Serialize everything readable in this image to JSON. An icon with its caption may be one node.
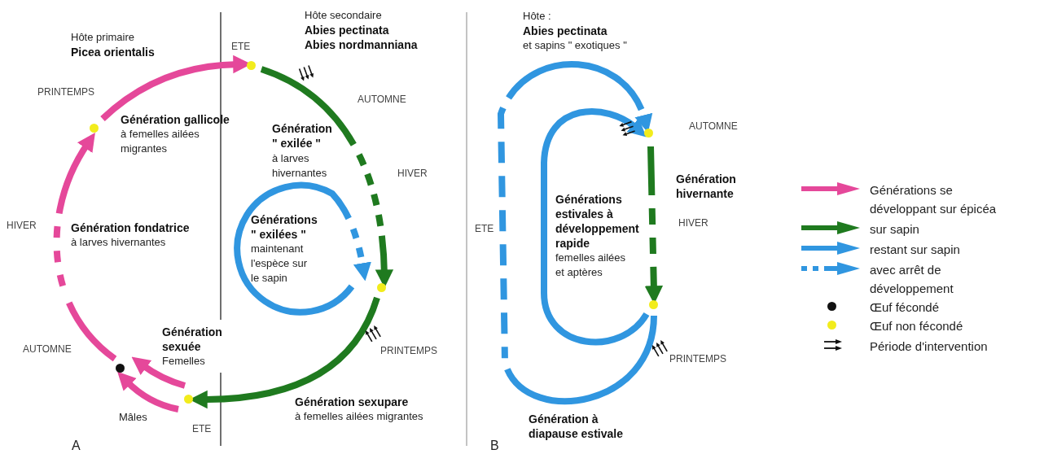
{
  "diagram": {
    "nodes": [
      {
        "text": [],
        "shape": "circle"
      },
      {
        "text": [],
        "shape": "circle"
      },
      {
        "text": [],
        "shape": "circle"
      },
      {
        "text": [],
        "shape": "circle"
      },
      {
        "text": [],
        "shape": "circle"
      },
      {
        "text": [],
        "shape": "circle"
      },
      {
        "text": [],
        "shape": "circle"
      }
    ],
    "edges": [
      {
        "from": 1,
        "to": 0,
        "arrow": "to",
        "color": "#e5489a"
      },
      {
        "from": 4,
        "to": 1,
        "arrow": "to",
        "style": "dashed",
        "color": "#e5489a"
      },
      {
        "from": 0,
        "to": 2,
        "arrow": "to",
        "style": "dashed",
        "color": "#1f7a1f"
      },
      {
        "from": 2,
        "to": 3,
        "arrow": "to",
        "color": "#1f7a1f"
      },
      {
        "from": 3,
        "to": 4,
        "arrow": "to",
        "color": "#e5489a"
      },
      {
        "from": 3,
        "to": 4,
        "arrow": "to",
        "color": "#e5489a"
      },
      {
        "from": 2,
        "to": 2,
        "arrow": "to",
        "style": "dashed",
        "color": "#3096e0"
      },
      {
        "from": 6,
        "to": 5,
        "arrow": "to",
        "style": "dashed",
        "color": "#3096e0"
      },
      {
        "from": 6,
        "to": 5,
        "arrow": "to",
        "color": "#3096e0"
      },
      {
        "from": 5,
        "to": 6,
        "arrow": "to",
        "style": "dashed",
        "color": "#1f7a1f"
      }
    ],
    "labels": [
      "Hôte primaire",
      "Picea orientalis",
      "ETE",
      "Hôte secondaire",
      "Abies pectinata",
      "Abies nordmanniana",
      "PRINTEMPS",
      "AUTOMNE",
      "Génération gallicole",
      "à femelles ailées migrantes",
      "Génération \" exilée \"",
      "à larves hivernantes",
      "HIVER",
      "HIVER",
      "Génération fondatrice",
      "à larves hivernantes",
      "Générations \" exilées \"",
      "maintenant l'espèce sur le sapin",
      "AUTOMNE",
      "Génération sexuée",
      "Femelles",
      "PRINTEMPS",
      "Mâles",
      "ETE",
      "Génération sexupare",
      "à femelles ailées migrantes",
      "A",
      "Hôte :",
      "Abies pectinata",
      "et sapins \" exotiques \"",
      "AUTOMNE",
      "Génération hivernante",
      "Générations estivales à développement rapide",
      "femelles ailées et aptères",
      "ETE",
      "HIVER",
      "PRINTEMPS",
      "Génération à diapause estivale",
      "B"
    ],
    "legend": [
      {
        "text": "Générations se développant sur épicéa"
      },
      {
        "text": "sur sapin"
      },
      {
        "text": "restant sur sapin"
      },
      {
        "text": "avec arrêt de développement"
      },
      {
        "text": "Œuf fécondé"
      },
      {
        "text": "Œuf non fécondé"
      },
      {
        "text": "Période d'intervention"
      }
    ]
  }
}
